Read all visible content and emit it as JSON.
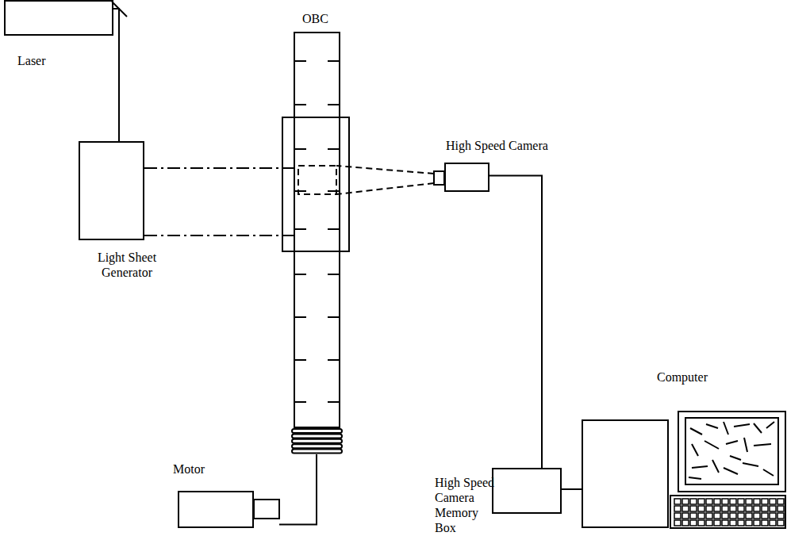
{
  "diagram": {
    "nodes": [
      {
        "text": [
          "Laser"
        ]
      },
      {
        "text": [
          "Light Sheet Generator"
        ]
      },
      {
        "text": [
          "OBC"
        ]
      },
      {
        "text": [
          "High Speed Camera"
        ]
      },
      {
        "text": [
          "Motor"
        ]
      },
      {
        "text": [
          "High Speed Camera Memory Box"
        ]
      },
      {
        "text": [
          "Computer"
        ]
      }
    ],
    "edges": [
      {
        "from": 0,
        "to": 1,
        "arrow": "none"
      },
      {
        "from": 1,
        "to": 2,
        "arrow": "none"
      },
      {
        "from": 4,
        "to": 2,
        "arrow": "none"
      },
      {
        "from": 3,
        "to": 5,
        "arrow": "none"
      },
      {
        "from": 5,
        "to": 6,
        "arrow": "none"
      }
    ]
  }
}
